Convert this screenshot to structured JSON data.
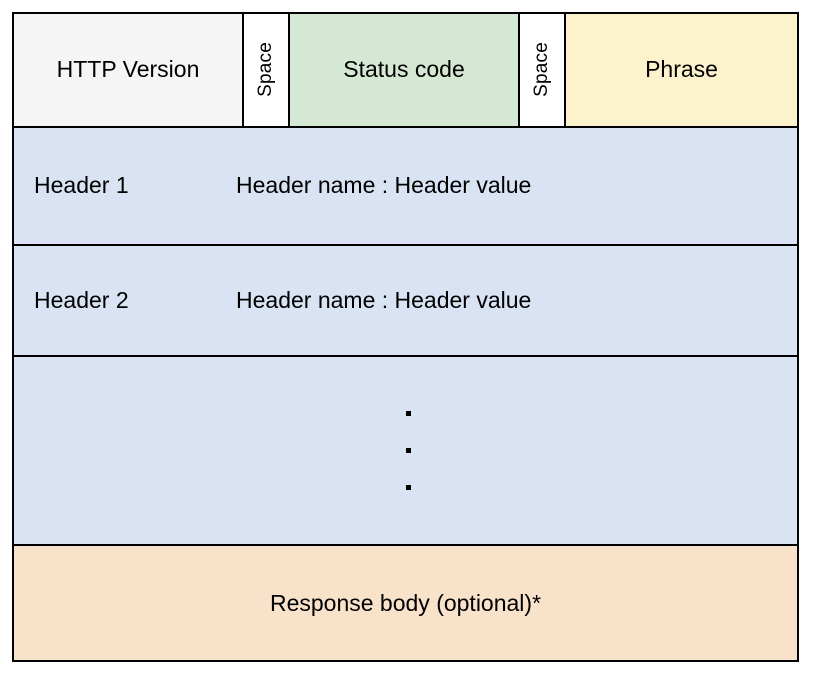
{
  "diagram": {
    "type": "http-response-message-structure",
    "status_line": {
      "cells": [
        {
          "label": "HTTP Version",
          "fill": "#f5f5f5",
          "orientation": "horizontal"
        },
        {
          "label": "Space",
          "fill": "#ffffff",
          "orientation": "vertical"
        },
        {
          "label": "Status code",
          "fill": "#d5e8d4",
          "orientation": "horizontal"
        },
        {
          "label": "Space",
          "fill": "#ffffff",
          "orientation": "vertical"
        },
        {
          "label": "Phrase",
          "fill": "#fcf3cd",
          "orientation": "horizontal"
        }
      ]
    },
    "headers": [
      {
        "label": "Header 1",
        "value": "Header name : Header value",
        "fill": "#dae3f3"
      },
      {
        "label": "Header 2",
        "value": "Header name : Header value",
        "fill": "#dae3f3"
      }
    ],
    "continuation": {
      "fill": "#dae3f3",
      "dots": [
        "·",
        "·",
        "·"
      ]
    },
    "body": {
      "label": "Response body (optional)*",
      "fill": "#f8e3ca"
    },
    "colors": {
      "border": "#000000",
      "text": "#000000",
      "background": "#ffffff"
    }
  }
}
